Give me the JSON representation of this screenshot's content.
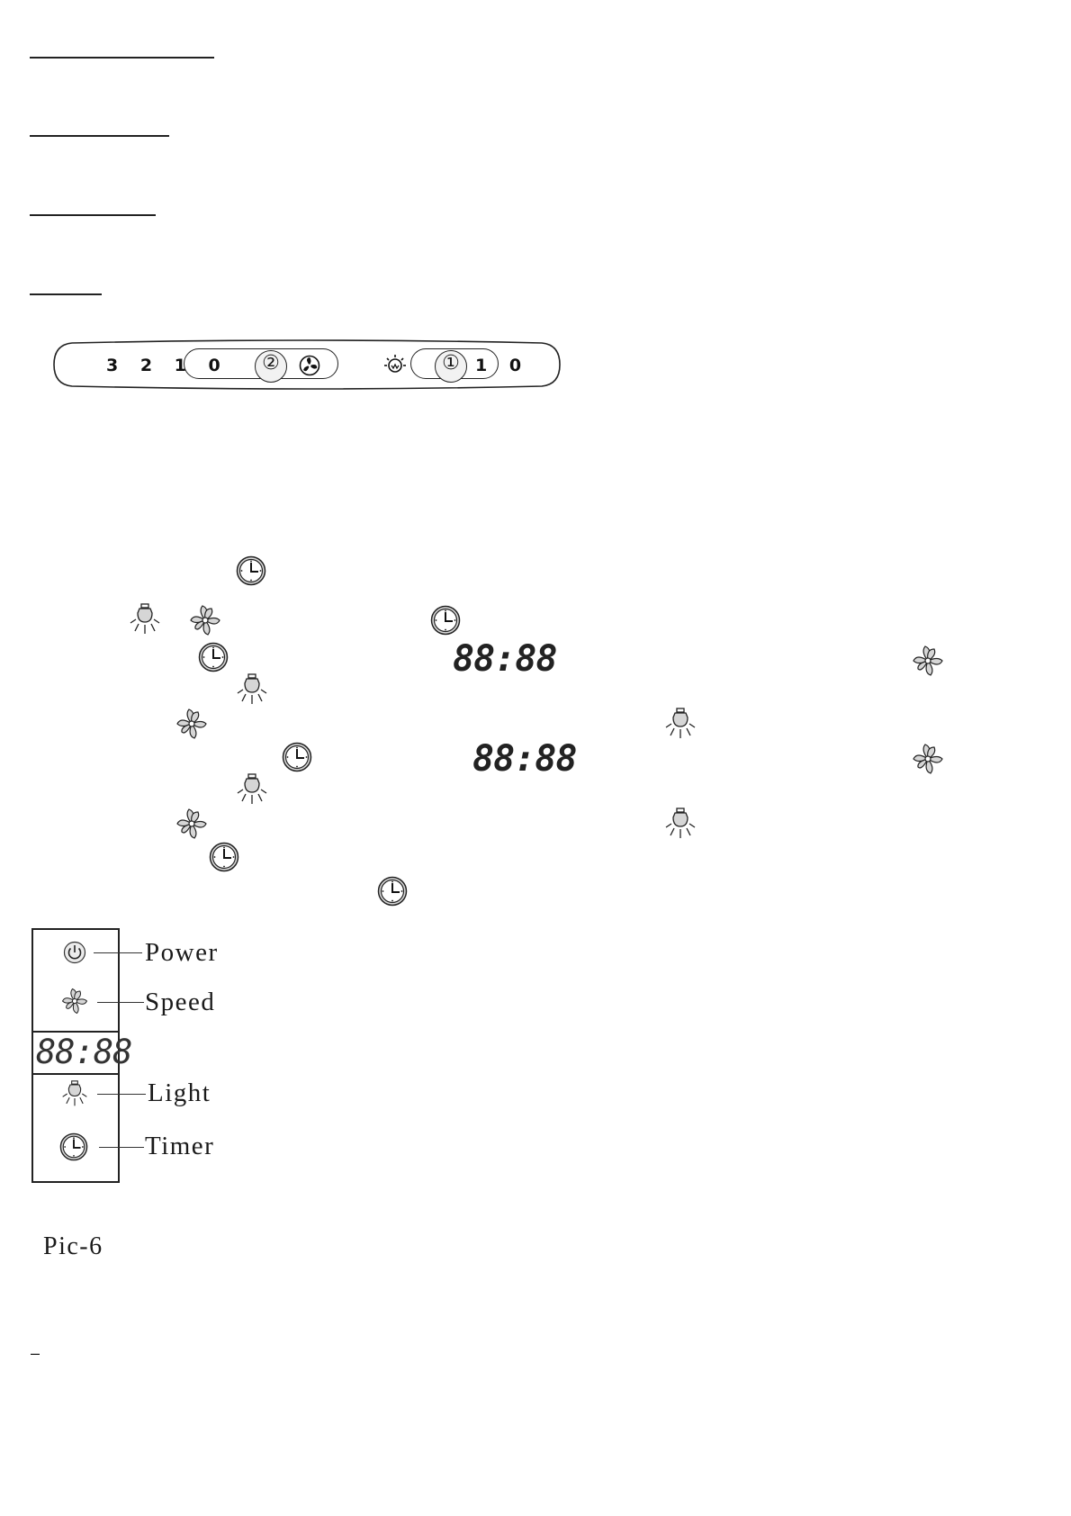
{
  "rotary_panel": {
    "fan_speeds": "3 2 1 0",
    "fan_knob": "②",
    "fan_icon": "fan-icon",
    "light_icon": "light-bulb-icon",
    "light_knob": "①",
    "light_positions": "1 0"
  },
  "displays": {
    "first": "88:88",
    "second": "88:88",
    "panel": "88:88"
  },
  "touch_panel": {
    "power": "Power",
    "speed": "Speed",
    "light": "Light",
    "timer": "Timer"
  },
  "caption": "Pic-6",
  "footer_mark": "–",
  "icons": [
    "clock-icon",
    "light-bulb-icon",
    "fan-icon",
    "power-icon"
  ],
  "colors": {
    "ink": "#222222",
    "icon_fill": "#d6d6d6"
  }
}
